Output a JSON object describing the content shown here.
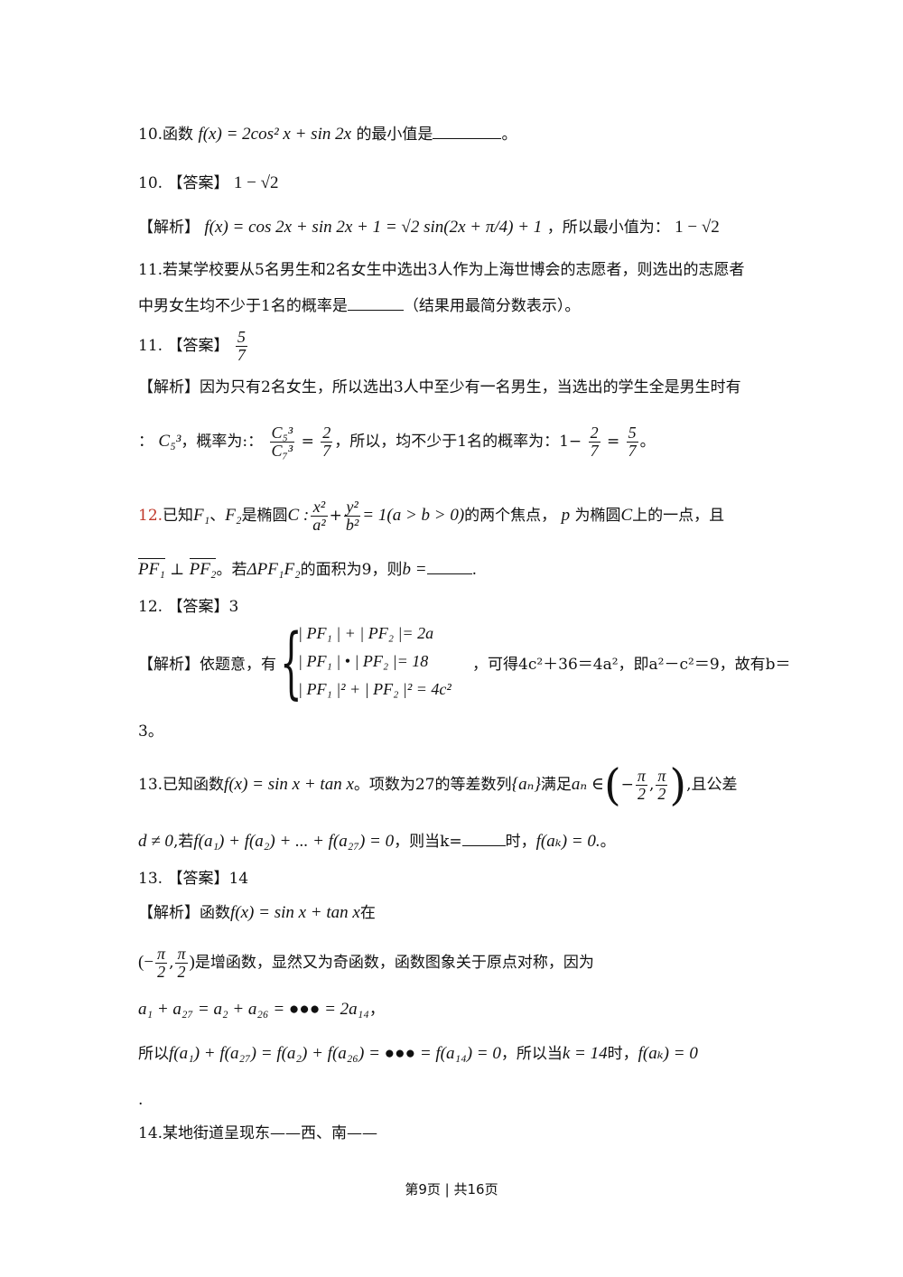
{
  "q10": {
    "prefix": "10.函数",
    "formula": "f(x) = 2cos² x + sin 2x",
    "suffix": "的最小值是",
    "end": "。",
    "answer_label": "10. 【答案】",
    "answer": "1 − √2",
    "analysis_label": "【解析】",
    "analysis_formula": "f(x) = cos 2x + sin 2x + 1 = √2 sin(2x + π/4) + 1",
    "analysis_text": "，所以最小值为：",
    "analysis_result": "1 − √2"
  },
  "q11": {
    "line1": "11.若某学校要从5名男生和2名女生中选出3人作为上海世博会的志愿者，则选出的志愿者",
    "line2a": "中男女生均不少于1名的概率是",
    "line2b": "（结果用最简分数表示）。",
    "answer_label": "11. 【答案】",
    "answer_num": "5",
    "answer_den": "7",
    "analysis1": "【解析】因为只有2名女生，所以选出3人中至少有一名男生，当选出的学生全是男生时有",
    "a2_pre": "：",
    "a2_c": "C₅³",
    "a2_mid": "，概率为:：",
    "a2_fn": "C₅³",
    "a2_fd": "C₇³",
    "a2_eq": "=",
    "a2_n": "2",
    "a2_d": "7",
    "a2_text": "，所以，均不少于1名的概率为：",
    "a2_calc": "1−",
    "a2_eq2": "=",
    "a2_end": "。"
  },
  "q12": {
    "num": "12.",
    "text1": "已知",
    "f1": "F₁",
    "sep": "、",
    "f2": "F₂",
    "text2": "是椭圆",
    "c_label": "C :",
    "xn": "x²",
    "xd": "a²",
    "plus": "+",
    "yn": "y²",
    "yd": "b²",
    "cond": "= 1(a > b > 0)",
    "text3": "的两个焦点，",
    "p": "p",
    "text4": "为椭圆",
    "c2": "C",
    "text5": "上的一点，且",
    "pf1": "PF₁",
    "perp": "⊥",
    "pf2": "PF₂",
    "text6": "。若",
    "tri": "ΔPF₁F₂",
    "text7": "的面积为9，则",
    "b": "b =",
    "end": ".",
    "answer_label": "12. 【答案】",
    "answer": "3",
    "analysis_label": "【解析】依题意，有",
    "sys1": "| PF₁ | + | PF₂ |= 2a",
    "sys2": "| PF₁ | • | PF₂ |= 18",
    "sys3": "| PF₁ |² + | PF₂ |² = 4c²",
    "analysis_text": "，可得4c²＋36＝4a²，即a²－c²＝9，故有b＝",
    "analysis_end": "3。"
  },
  "q13": {
    "pre": "13.已知函数",
    "fx": "f(x) = sin x + tan x",
    "t1": "。项数为27的等差数列",
    "an": "{aₙ}",
    "t2": "满足",
    "an2": "aₙ ∈",
    "neg": "−",
    "pi": "π",
    "two": "2",
    "comma": ",",
    "t3": ",且公差",
    "d": "d ≠ 0",
    "t4": ",若",
    "sum": "f(a₁) + f(a₂) + ... + f(a₂₇) = 0",
    "t5": "，则当k=",
    "t6": "时，",
    "fak": "f(aₖ) = 0.",
    "end": "。",
    "answer_label": "13. 【答案】",
    "answer": "14",
    "analysis_label": "【解析】函数",
    "analysis_fx": "f(x) = sin x + tan x",
    "analysis_in": "在",
    "interval_l": "(−",
    "interval_r": ")",
    "analysis_text2": "是增函数，显然又为奇函数，函数图象关于原点对称，因为",
    "seq": "a₁ + a₂₇ = a₂ + a₂₆ = ●●● = 2a₁₄",
    "seq_end": "，",
    "so": "所以",
    "so_formula": "f(a₁) + f(a₂₇) = f(a₂) + f(a₂₆) = ●●● = f(a₁₄) = 0",
    "so_text": "，所以当",
    "k14": "k = 14",
    "so_text2": "时，",
    "so_fak": "f(aₖ) = 0",
    "dot": "."
  },
  "q14": {
    "text": "14.某地街道呈现东——西、南——"
  },
  "footer": "第9页 | 共16页"
}
